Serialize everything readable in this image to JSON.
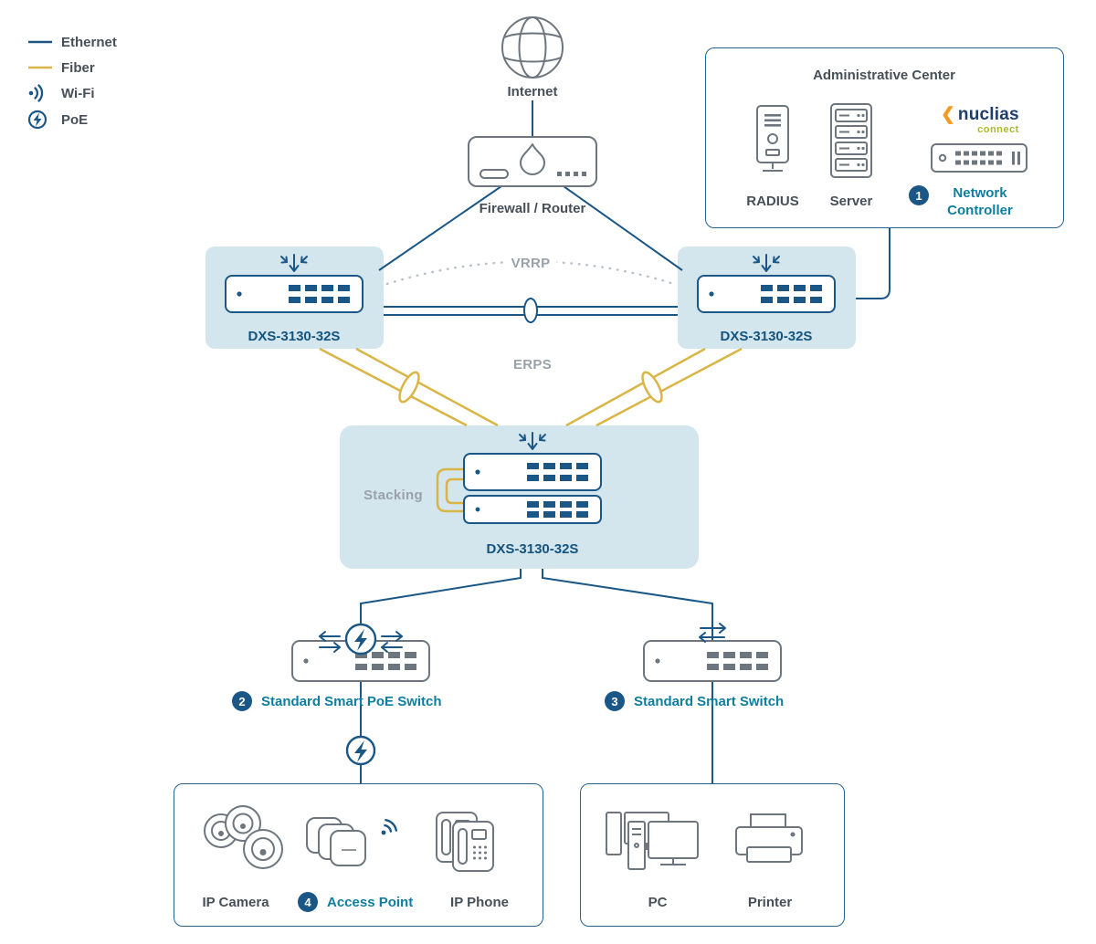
{
  "colors": {
    "ethernet": "#1b5786",
    "fiber": "#d9b545",
    "teal_label": "#0f7e9e",
    "navy_label": "#14537d",
    "highlight_box": "#d3e6ee",
    "gray_label": "#9aa1aa",
    "dark_label": "#474f58",
    "logo_orange": "#f49b1f",
    "logo_green": "#adb92c"
  },
  "legend": {
    "items": [
      {
        "name": "ethernet",
        "label": "Ethernet"
      },
      {
        "name": "fiber",
        "label": "Fiber"
      },
      {
        "name": "wifi",
        "label": "Wi-Fi"
      },
      {
        "name": "poe",
        "label": "PoE"
      }
    ]
  },
  "nodes": {
    "internet": {
      "label": "Internet"
    },
    "firewall": {
      "label": "Firewall / Router"
    },
    "core_left": {
      "label": "DXS-3130-32S"
    },
    "core_right": {
      "label": "DXS-3130-32S"
    },
    "stack": {
      "label": "DXS-3130-32S",
      "stacking": "Stacking"
    },
    "poe_switch": {
      "badge": "2",
      "label": "Standard Smart PoE Switch"
    },
    "smart_switch": {
      "badge": "3",
      "label": "Standard Smart Switch"
    }
  },
  "links": {
    "vrrp": "VRRP",
    "erps": "ERPS"
  },
  "admin_center": {
    "title": "Administrative Center",
    "radius": "RADIUS",
    "server": "Server",
    "controller": {
      "badge": "1",
      "label": "Network Controller"
    },
    "logo": {
      "chevron": "❮",
      "name": "nuclias",
      "sub": "connect"
    }
  },
  "access_group": {
    "camera": {
      "label": "IP Camera"
    },
    "ap": {
      "badge": "4",
      "label": "Access Point"
    },
    "phone": {
      "label": "IP Phone"
    }
  },
  "client_group": {
    "pc": {
      "label": "PC"
    },
    "printer": {
      "label": "Printer"
    }
  }
}
